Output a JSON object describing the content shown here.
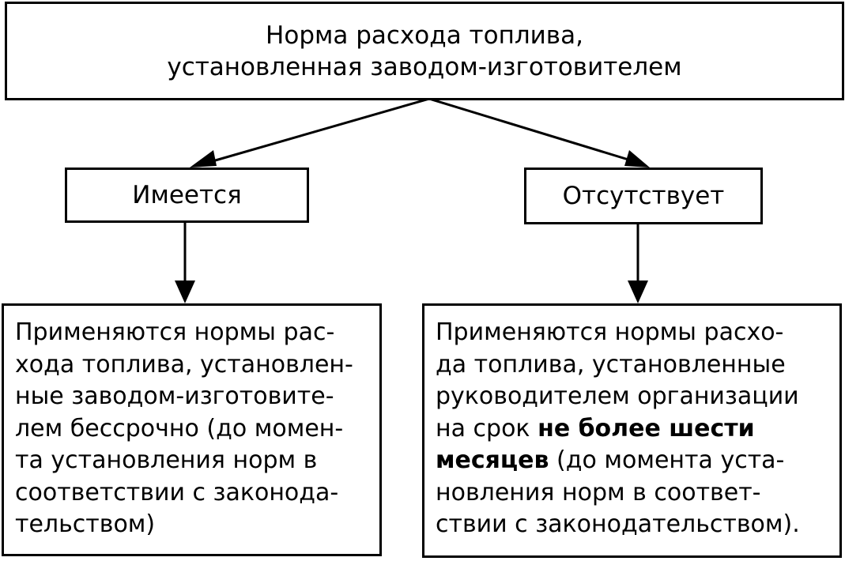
{
  "root": {
    "lines": [
      "Норма расхода топлива,",
      "установленная заводом-изготовителем"
    ]
  },
  "branches": [
    {
      "label": "Имеется",
      "result_lines": [
        "Применяются нормы рас-",
        "хода топлива, установлен-",
        "ные заводом-изготовите-",
        "лем бессрочно (до момен-",
        "та установления норм в",
        "соответствии с законода-",
        "тельством)"
      ]
    },
    {
      "label": "Отсутствует",
      "result_lines": [
        "Применяются нормы расхо-",
        "да топлива, установленные",
        "руководителем организации",
        "на срок ",
        "не более шести",
        "месяцев",
        " (до момента уста-",
        "новления норм в соответ-",
        "ствии с законодательством)."
      ]
    }
  ]
}
